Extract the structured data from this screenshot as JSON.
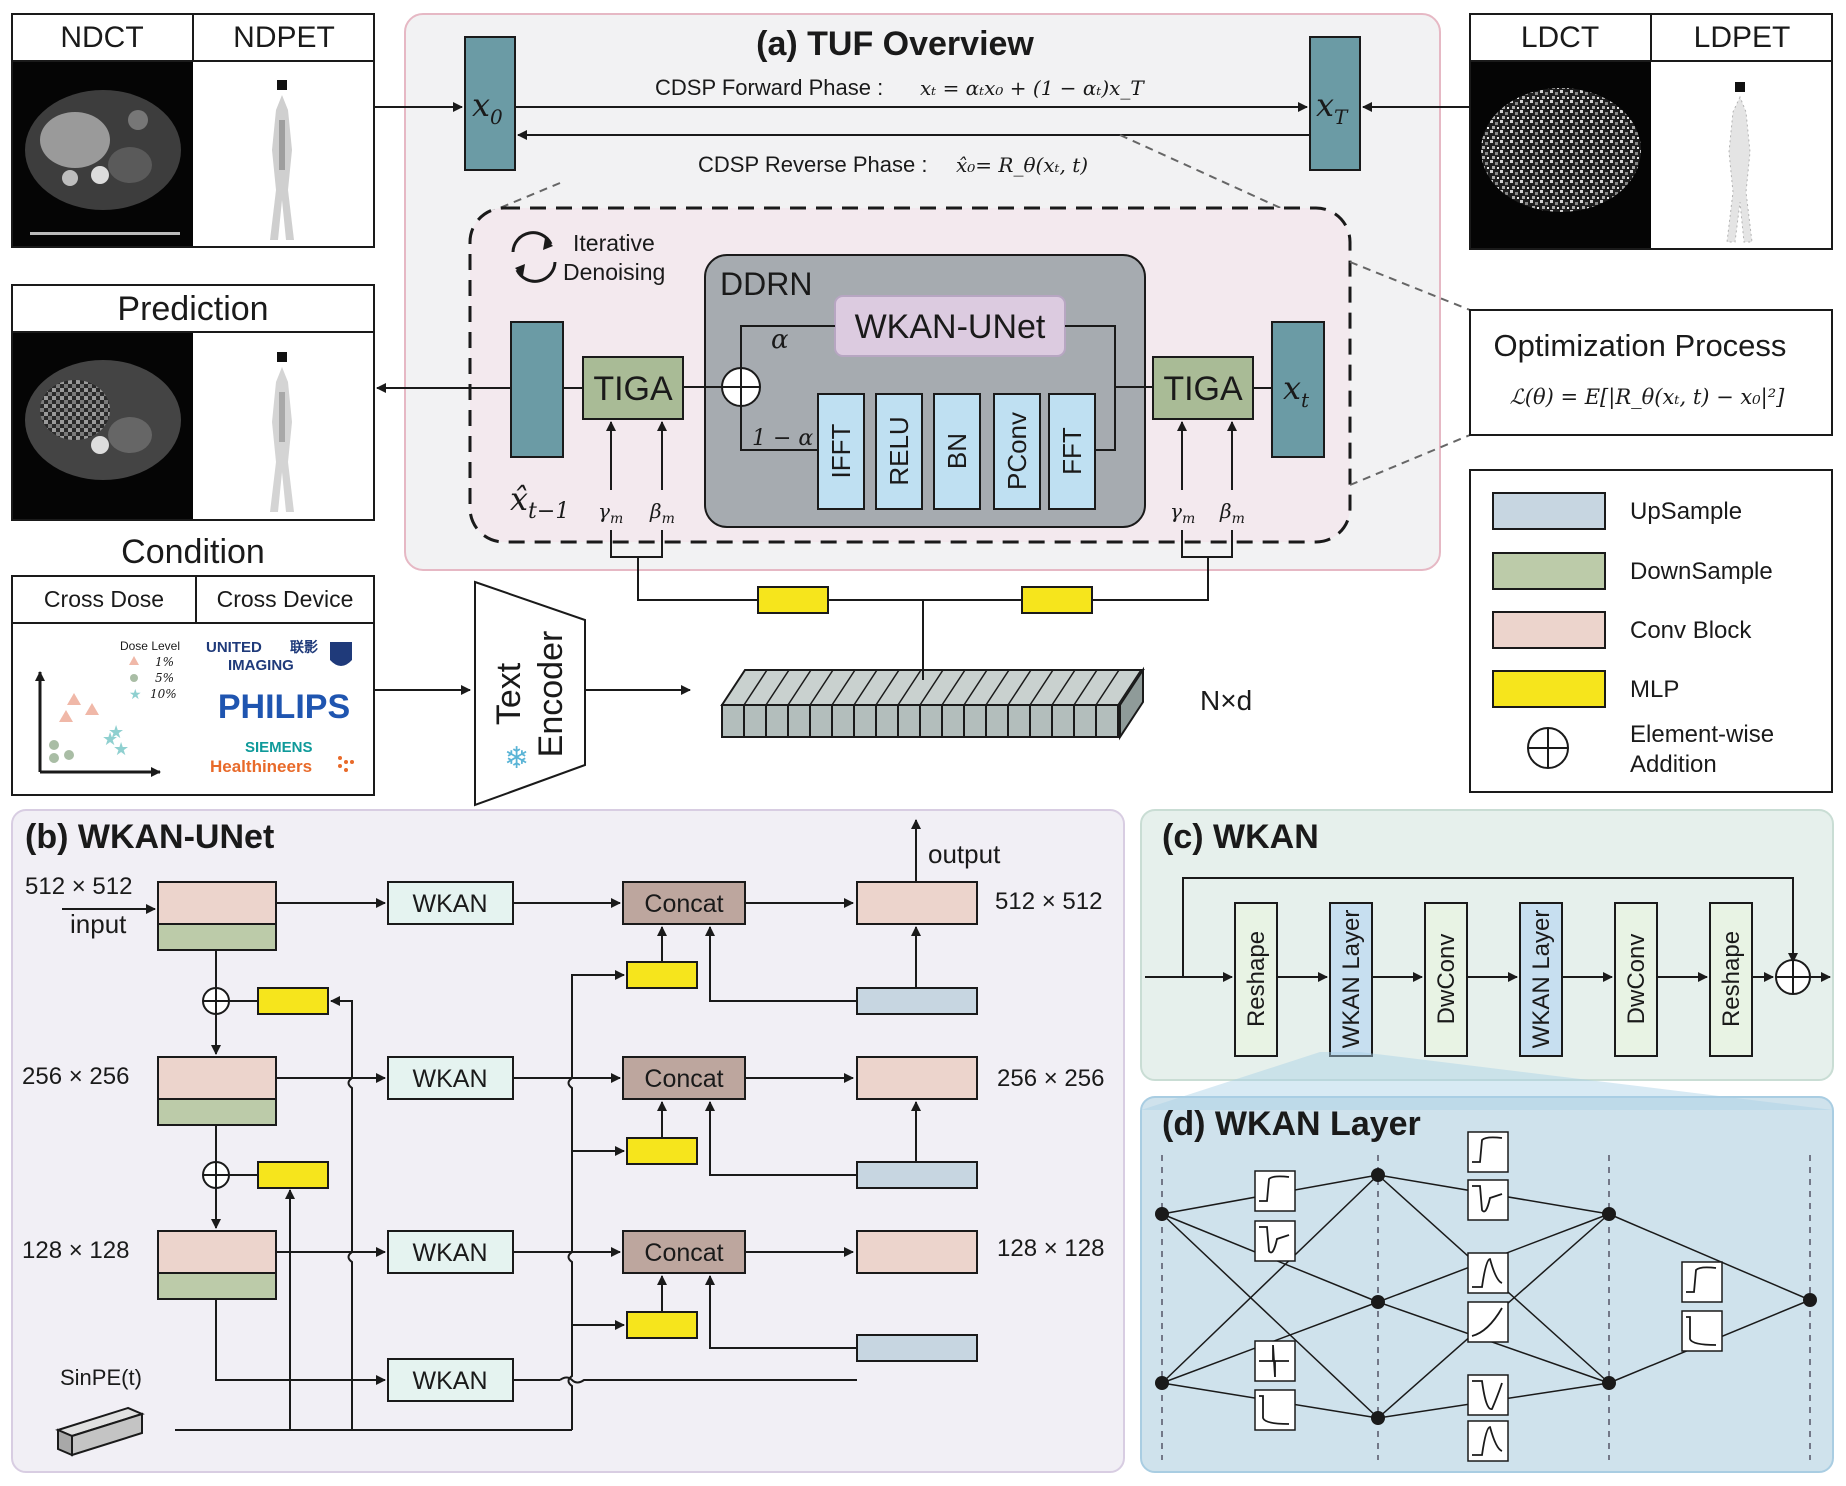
{
  "colors": {
    "upsample": "#c7d6e1",
    "downsample": "#bccba9",
    "conv_block": "#ecd4cc",
    "mlp": "#f6e51c",
    "wkan": "#e5f3f0",
    "concat": "#bda69e",
    "x_block": "#6b9ba5",
    "tiga": "#a9bb96",
    "ddrn": "#a6abb0",
    "wkan_unet_box": "#dccbe0",
    "ddrn_op": "#bfe0f2",
    "panel_a": "#f2f2f3",
    "panel_b": "#f1eff5",
    "panel_c": "#e6f0ec",
    "panel_d": "#cfe2ec"
  },
  "top_left": {
    "ndct": "NDCT",
    "ndpet": "NDPET"
  },
  "top_right": {
    "ldct": "LDCT",
    "ldpet": "LDPET"
  },
  "prediction": {
    "label": "Prediction"
  },
  "condition": {
    "title": "Condition",
    "cross_dose": "Cross Dose",
    "cross_device": "Cross Device",
    "dose_level": "Dose Level",
    "doses": [
      "1%",
      "5%",
      "10%"
    ],
    "brands": {
      "united_1": "UNITED",
      "united_cn": "联影",
      "united_2": "IMAGING",
      "philips": "PHILIPS",
      "siemens_1": "SIEMENS",
      "siemens_2": "Healthineers"
    }
  },
  "panel_a": {
    "title": "(a) TUF Overview",
    "x0": "x",
    "x0_sub": "0",
    "xT": "x",
    "xT_sub": "T",
    "forward_label": "CDSP Forward Phase :",
    "forward_eq": "xₜ = αₜx₀ + (1 − αₜ)x_T",
    "reverse_label": "CDSP Reverse Phase :",
    "reverse_eq": "x̂₀= R_θ(xₜ, t)",
    "iterative": "Iterative",
    "denoising": "Denoising",
    "ddrn": "DDRN",
    "wkan_unet": "WKAN-UNet",
    "alpha": "α",
    "one_minus_alpha": "1 − α",
    "ops": [
      "IFFT",
      "RELU",
      "BN",
      "PConv",
      "FFT"
    ],
    "tiga": "TIGA",
    "xt": "x",
    "xt_sub": "t",
    "xhat": "x̂",
    "xhat_sub": "t−1",
    "gamma": "γ",
    "beta": "β",
    "gb_sub": "m"
  },
  "text_encoder": {
    "line1": "Text",
    "line2": "Encoder",
    "snow": "❄"
  },
  "embedding": {
    "label": "N×d"
  },
  "optimization": {
    "title": "Optimization Process",
    "eq": "ℒ(θ) = E[|R_θ(xₜ, t) − x₀|²]"
  },
  "legend": [
    {
      "label": "UpSample",
      "color": "#c7d6e1"
    },
    {
      "label": "DownSample",
      "color": "#bccba9"
    },
    {
      "label": "Conv Block",
      "color": "#ecd4cc"
    },
    {
      "label": "MLP",
      "color": "#f6e51c"
    }
  ],
  "legend_add": {
    "line1": "Element-wise",
    "line2": "Addition"
  },
  "panel_b": {
    "title": "(b) WKAN-UNet",
    "res_512": "512 × 512",
    "res_256": "256 × 256",
    "res_128": "128 × 128",
    "input": "input",
    "output": "output",
    "wkan": "WKAN",
    "concat": "Concat",
    "sinpe": "SinPE(t)"
  },
  "panel_c": {
    "title": "(c) WKAN",
    "blocks": [
      "Reshape",
      "WKAN Layer",
      "DwConv",
      "WKAN Layer",
      "DwConv",
      "Reshape"
    ]
  },
  "panel_d": {
    "title": "(d) WKAN Layer"
  }
}
